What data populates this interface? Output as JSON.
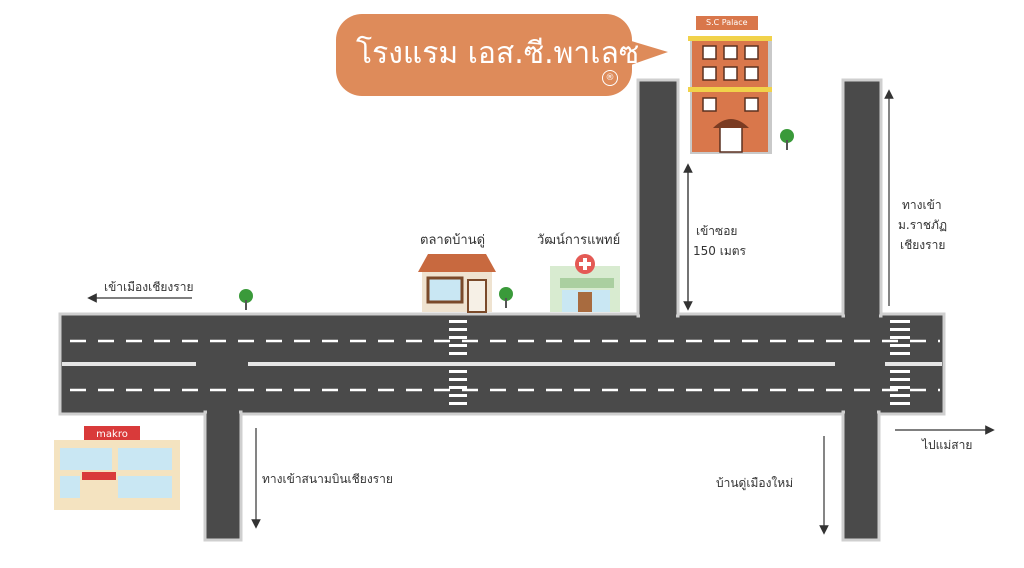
{
  "hotel": {
    "name": "โรงแรม เอส.ซี.พาเลซ",
    "sign": "S.C Palace",
    "registered_mark": "®",
    "bubble_color": "#de8b5a"
  },
  "landmarks": {
    "market": "ตลาดบ้านดู่",
    "clinic": "วัฒน์การแพทย์",
    "makro": "makro"
  },
  "directions": {
    "to_city": "เข้าเมืองเชียงราย",
    "soi_entrance": [
      "เข้าซอย",
      "150 เมตร"
    ],
    "university": [
      "ทางเข้า",
      "ม.ราชภัฏ",
      "เชียงราย"
    ],
    "to_mae_sai": "ไปแม่สาย",
    "airport": "ทางเข้าสนามบินเชียงราย",
    "ban_du_new_town": "บ้านดู่เมืองใหม่"
  },
  "colors": {
    "road": "#4a4a4a",
    "road_edge": "#cfcfcf",
    "building": "#d9774b",
    "tree": "#3a9a3a"
  }
}
